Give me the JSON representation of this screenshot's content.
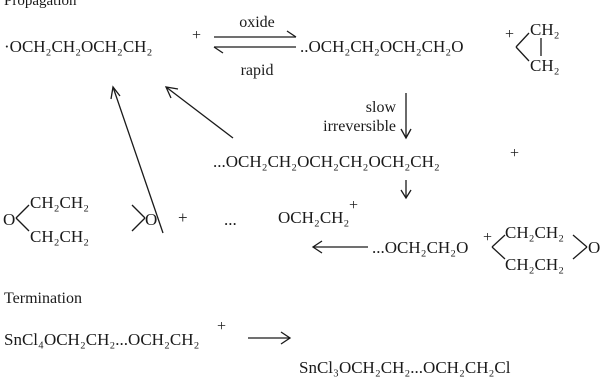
{
  "header_partial": "Propagation",
  "labels": {
    "oxide": "oxide",
    "rapid": "rapid",
    "slow": "slow",
    "irreversible": "irreversible",
    "termination": "Termination"
  },
  "reaction": {
    "row1_left": "·OCH₂CH₂OCH₂CH₂",
    "row1_left_charge": "+",
    "row1_right": "..OCH₂CH₂OCH₂CH₂O",
    "row1_right_charge": "+",
    "epoxide_top": "CH₂",
    "epoxide_bottom": "CH₂",
    "row2": "...OCH₂CH₂OCH₂CH₂OCH₂CH₂",
    "row2_charge": "+",
    "dioxane_o_left": "O",
    "dioxane_top": "CH₂CH₂",
    "dioxane_bottom": "CH₂CH₂",
    "dioxane_o_right": "O",
    "plus": "+",
    "dots": "...",
    "fragment": "OCH₂CH₂",
    "fragment_charge": "+",
    "row3_right": "...OCH₂CH₂O",
    "row3_right_charge": "+",
    "ring_top": "CH₂CH₂",
    "ring_bottom": "CH₂CH₂",
    "ring_o": "O",
    "term_left": "SnCl₄OCH₂CH₂...OCH₂CH₂",
    "term_left_charge": "+",
    "term_product": "SnCl₃OCH₂CH₂...OCH₂CH₂Cl"
  }
}
